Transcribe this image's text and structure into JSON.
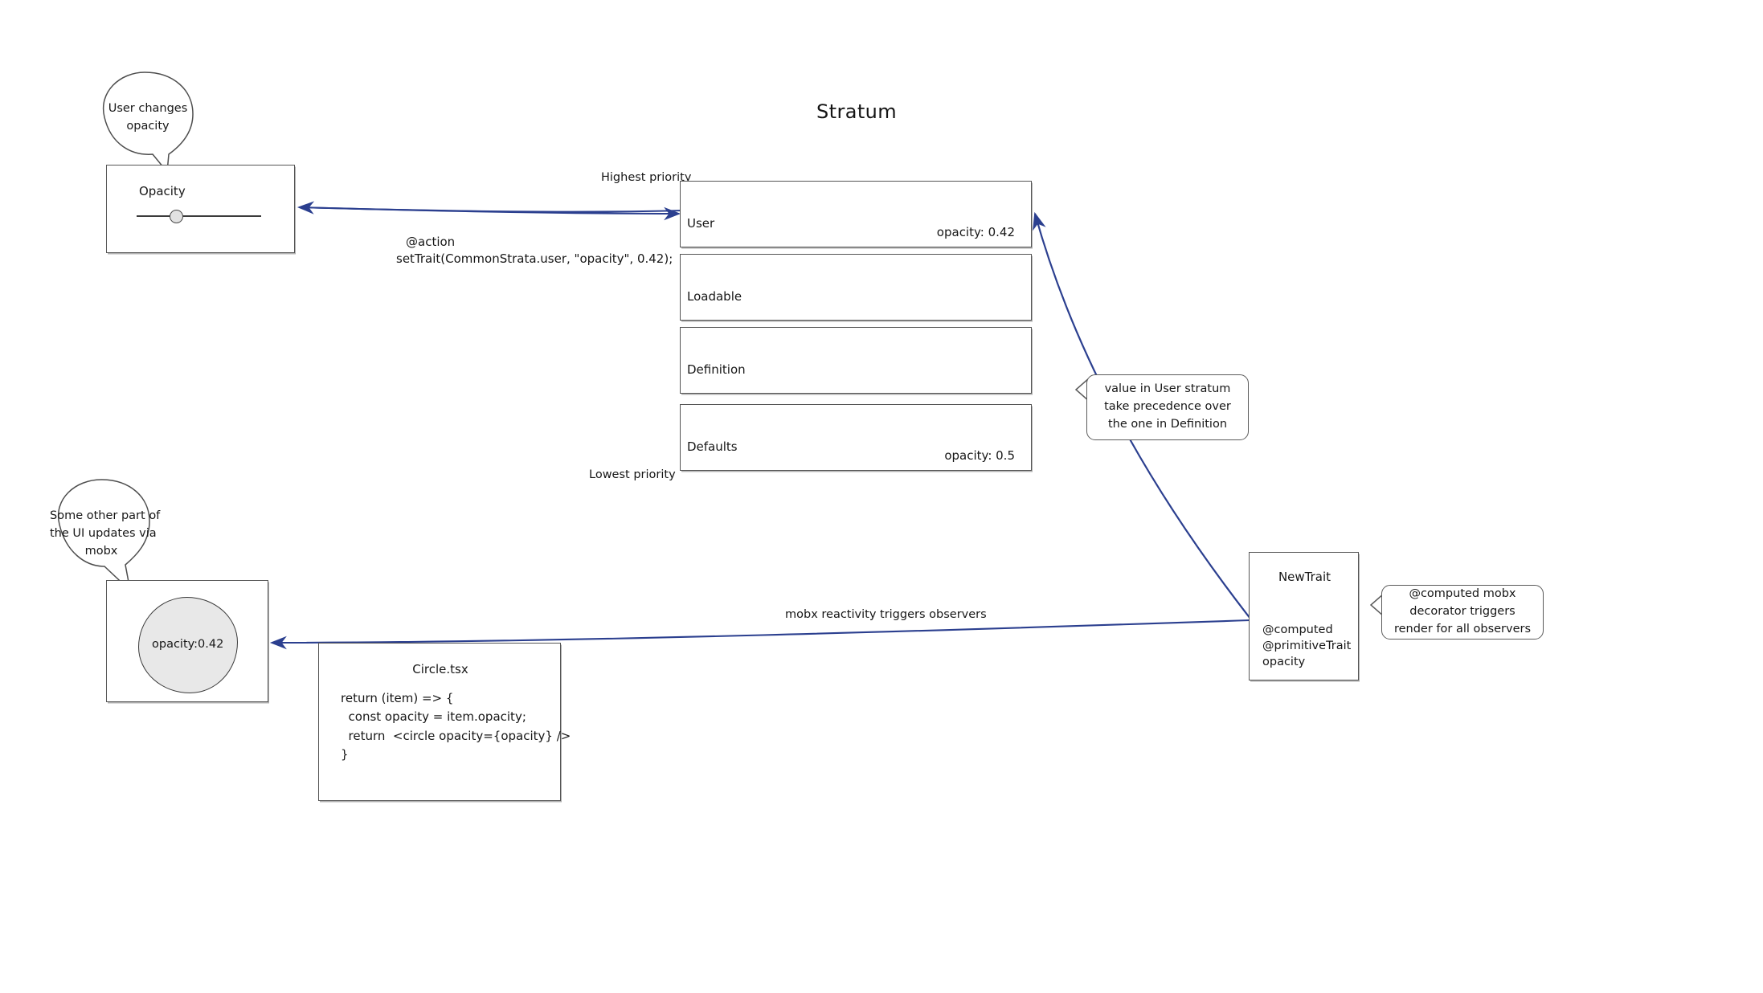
{
  "title": "Stratum",
  "priority_labels": {
    "highest": "Highest priority",
    "lowest": "Lowest priority"
  },
  "opacity_panel": {
    "name": "Opacity",
    "slider_value": 0.42
  },
  "bubbles": {
    "user_changes": "User changes\nopacity",
    "ui_updates": "Some other part of\nthe UI updates via\nmobx"
  },
  "callouts": {
    "precedence": "value in User stratum take\nprecedence over the one in\nDefinition",
    "computed": "@computed mobx decorator\ntriggers render for all observers"
  },
  "action_code": {
    "line1": "@action",
    "line2": "setTrait(CommonStrata.user, \"opacity\", 0.42);"
  },
  "strata": [
    {
      "name": "User",
      "value": "opacity: 0.42"
    },
    {
      "name": "Loadable",
      "value": ""
    },
    {
      "name": "Definition",
      "value": ""
    },
    {
      "name": "Defaults",
      "value": "opacity: 0.5"
    }
  ],
  "new_trait": {
    "title": "NewTrait",
    "decorator1": "@computed",
    "decorator2": "@primitiveTrait",
    "property": "opacity"
  },
  "circle_tsx": {
    "title": "Circle.tsx",
    "code": "return (item) => {\n  const opacity = item.opacity;\n  return  <circle opacity={opacity} />\n}"
  },
  "rendered_circle": {
    "label": "opacity:0.42"
  },
  "edges": {
    "mobx_reactivity": "mobx reactivity triggers observers"
  },
  "colors": {
    "arrow": "#2b3f8f",
    "stroke": "#555555",
    "circle_fill": "#e8e8e8"
  }
}
